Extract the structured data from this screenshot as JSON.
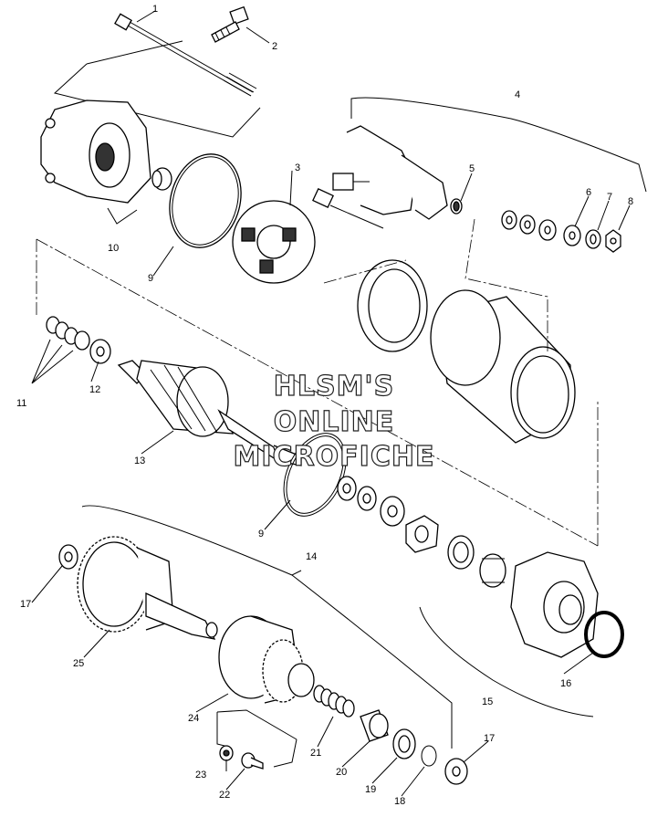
{
  "watermark": {
    "line1": "HLSM'S",
    "line2": "ONLINE",
    "line3": "MICROFICHE"
  },
  "callouts": [
    {
      "id": "c1",
      "label": "1"
    },
    {
      "id": "c2",
      "label": "2"
    },
    {
      "id": "c3",
      "label": "3"
    },
    {
      "id": "c4",
      "label": "4"
    },
    {
      "id": "c5",
      "label": "5"
    },
    {
      "id": "c6",
      "label": "6"
    },
    {
      "id": "c7",
      "label": "7"
    },
    {
      "id": "c8",
      "label": "8"
    },
    {
      "id": "c9a",
      "label": "9"
    },
    {
      "id": "c9b",
      "label": "9"
    },
    {
      "id": "c10",
      "label": "10"
    },
    {
      "id": "c11",
      "label": "11"
    },
    {
      "id": "c12",
      "label": "12"
    },
    {
      "id": "c13",
      "label": "13"
    },
    {
      "id": "c14",
      "label": "14"
    },
    {
      "id": "c15",
      "label": "15"
    },
    {
      "id": "c16",
      "label": "16"
    },
    {
      "id": "c17a",
      "label": "17"
    },
    {
      "id": "c17b",
      "label": "17"
    },
    {
      "id": "c18",
      "label": "18"
    },
    {
      "id": "c19",
      "label": "19"
    },
    {
      "id": "c20",
      "label": "20"
    },
    {
      "id": "c21",
      "label": "21"
    },
    {
      "id": "c22",
      "label": "22"
    },
    {
      "id": "c23",
      "label": "23"
    },
    {
      "id": "c24",
      "label": "24"
    },
    {
      "id": "c25",
      "label": "25"
    }
  ]
}
